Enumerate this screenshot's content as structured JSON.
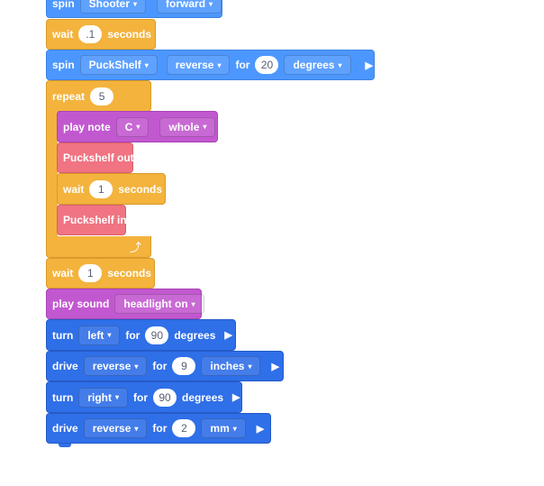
{
  "blocks": {
    "spin1": {
      "verb": "spin",
      "target": "Shooter",
      "direction": "forward"
    },
    "wait1": {
      "verb": "wait",
      "value": ".1",
      "unit": "seconds"
    },
    "spin2": {
      "verb": "spin",
      "target": "PuckShelf",
      "direction": "reverse",
      "for": "for",
      "amount": "20",
      "unit": "degrees"
    },
    "repeat": {
      "verb": "repeat",
      "count": "5"
    },
    "note": {
      "verb": "play note",
      "note": "C",
      "length": "whole"
    },
    "shelf_out": {
      "label": "Puckshelf out"
    },
    "wait2": {
      "verb": "wait",
      "value": "1",
      "unit": "seconds"
    },
    "shelf_in": {
      "label": "Puckshelf in"
    },
    "wait3": {
      "verb": "wait",
      "value": "1",
      "unit": "seconds"
    },
    "sound": {
      "verb": "play sound",
      "sound": "headlight on"
    },
    "turn1": {
      "verb": "turn",
      "direction": "left",
      "for": "for",
      "amount": "90",
      "unit": "degrees"
    },
    "drive1": {
      "verb": "drive",
      "direction": "reverse",
      "for": "for",
      "amount": "9",
      "unit": "inches"
    },
    "turn2": {
      "verb": "turn",
      "direction": "right",
      "for": "for",
      "amount": "90",
      "unit": "degrees"
    },
    "drive2": {
      "verb": "drive",
      "direction": "reverse",
      "for": "for",
      "amount": "2",
      "unit": "mm"
    }
  },
  "icons": {
    "caret": "▾",
    "play": "▶",
    "loop": "⤴"
  },
  "colors": {
    "motion": "#4c97ff",
    "drivetrain": "#2f6fe8",
    "control": "#f3b33d",
    "sound": "#c258d0",
    "custom": "#f07482"
  }
}
